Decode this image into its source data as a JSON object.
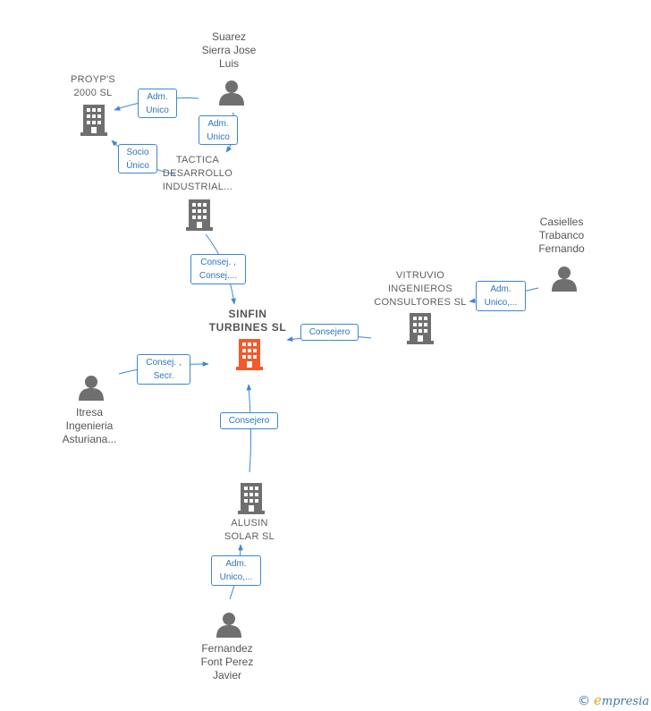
{
  "nodes": {
    "proyps": {
      "label": "PROYP'S\n2000  SL",
      "kind": "company"
    },
    "suarez": {
      "label": "Suarez\nSierra Jose\nLuis",
      "kind": "person"
    },
    "tactica": {
      "label": "TACTICA\nDESARROLLO\nINDUSTRIAL...",
      "kind": "company"
    },
    "casielles": {
      "label": "Casielles\nTrabanco\nFernando",
      "kind": "person"
    },
    "vitruvio": {
      "label": "VITRUVIO\nINGENIEROS\nCONSULTORES SL",
      "kind": "company"
    },
    "sinfin": {
      "label": "SINFIN\nTURBINES  SL",
      "kind": "focus"
    },
    "itresa": {
      "label": "Itresa\nIngenieria\nAsturiana...",
      "kind": "person"
    },
    "alusin": {
      "label": "ALUSIN\nSOLAR SL",
      "kind": "company"
    },
    "fernandez": {
      "label": "Fernandez\nFont Perez\nJavier",
      "kind": "person"
    }
  },
  "edges": {
    "suarez_proyps": "Adm.\nUnico",
    "suarez_tactica": "Adm.\nUnico",
    "tactica_proyps": "Socio\nÚnico",
    "tactica_sinfin": "Consej. ,\nConsej....",
    "casielles_vitruvio": "Adm.\nUnico,...",
    "vitruvio_sinfin": "Consejero",
    "itresa_sinfin": "Consej. ,\nSecr.",
    "alusin_sinfin": "Consejero",
    "fernandez_alusin": "Adm.\nUnico,..."
  },
  "colors": {
    "edge": "#3b87d4",
    "icon": "#6f6f6f",
    "focus": "#f15a2b"
  },
  "footer": {
    "copyright": "©",
    "brand_e": "e",
    "brand_rest": "mpresia"
  }
}
